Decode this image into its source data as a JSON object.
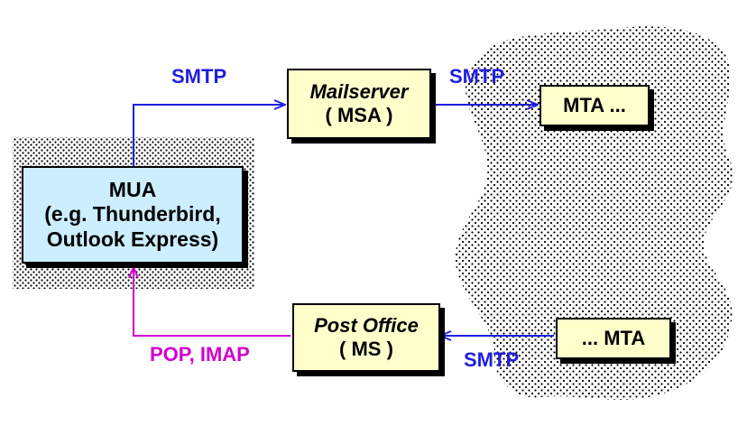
{
  "colors": {
    "smtp": "#1f1fe0",
    "pop": "#d000d0",
    "server_fill": "#ffffcc",
    "client_fill": "#cceeff"
  },
  "nodes": {
    "mua": {
      "lines": [
        "MUA",
        "(e.g. Thunderbird,",
        "Outlook Express)"
      ]
    },
    "msa": {
      "name": "Mailserver",
      "role": "( MSA )"
    },
    "mta_out": {
      "label": "MTA ..."
    },
    "mta_in": {
      "label": "... MTA"
    },
    "ms": {
      "name": "Post Office",
      "role": "( MS )"
    }
  },
  "edges": {
    "mua_to_msa": "SMTP",
    "msa_to_mta": "SMTP",
    "mta_to_ms": "SMTP",
    "ms_to_mua": "POP, IMAP"
  }
}
